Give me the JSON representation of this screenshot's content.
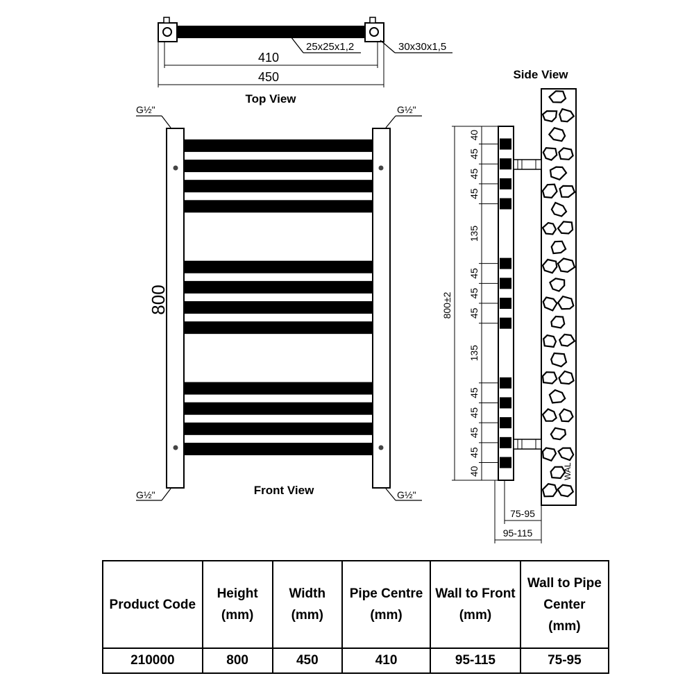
{
  "top_view": {
    "title": "Top View",
    "dim_inner": "410",
    "dim_outer": "450",
    "rail_section": "25x25x1,2",
    "post_section": "30x30x1,5"
  },
  "front_view": {
    "title": "Front View",
    "height_label": "800",
    "connection_label": "G½\"",
    "bar_count": 12
  },
  "side_view": {
    "title": "Side View",
    "overall_label": "800±2",
    "spacing_labels": [
      "40",
      "45",
      "45",
      "45",
      "135",
      "45",
      "45",
      "45",
      "135",
      "45",
      "45",
      "45",
      "45",
      "40"
    ],
    "wall_to_pipe_label": "75-95",
    "wall_to_front_label": "95-115",
    "wall_text": "WAL"
  },
  "spec_table": {
    "headers": [
      [
        "Product  Code"
      ],
      [
        "Height",
        "(mm)"
      ],
      [
        "Width",
        "(mm)"
      ],
      [
        "Pipe Centre",
        "(mm)"
      ],
      [
        "Wall to Front",
        "(mm)"
      ],
      [
        "Wall to Pipe",
        "Center",
        "(mm)"
      ]
    ],
    "values": [
      "210000",
      "800",
      "450",
      "410",
      "95-115",
      "75-95"
    ]
  }
}
